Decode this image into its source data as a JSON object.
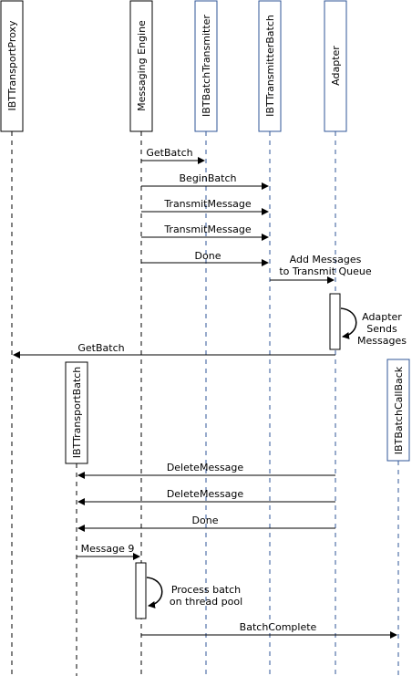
{
  "diagram": {
    "colors": {
      "black": "#000000",
      "blue": "#2F5597",
      "background": "#ffffff"
    },
    "participants": [
      {
        "id": "proxy",
        "label": "IBTTransportProxy",
        "color": "#000000"
      },
      {
        "id": "engine",
        "label": "Messaging Engine",
        "color": "#000000"
      },
      {
        "id": "transmitter",
        "label": "IBTBatchTransmitter",
        "color": "#2F5597"
      },
      {
        "id": "batch",
        "label": "IBTTransmitterBatch",
        "color": "#2F5597"
      },
      {
        "id": "adapter",
        "label": "Adapter",
        "color": "#2F5597"
      },
      {
        "id": "transport_batch",
        "label": "IBTTransportBatch",
        "color": "#000000"
      },
      {
        "id": "callback",
        "label": "IBTBatchCallBack",
        "color": "#2F5597"
      }
    ],
    "messages": [
      {
        "id": "getbatch-1",
        "label": "GetBatch",
        "from": "engine",
        "to": "transmitter"
      },
      {
        "id": "beginbatch",
        "label": "BeginBatch",
        "from": "engine",
        "to": "batch"
      },
      {
        "id": "transmit-1",
        "label": "TransmitMessage",
        "from": "engine",
        "to": "batch"
      },
      {
        "id": "transmit-2",
        "label": "TransmitMessage",
        "from": "engine",
        "to": "batch"
      },
      {
        "id": "done-1",
        "label": "Done",
        "from": "engine",
        "to": "batch"
      },
      {
        "id": "add-messages",
        "label_lines": [
          "Add Messages",
          "to Transmit Queue"
        ],
        "from": "batch",
        "to": "adapter"
      },
      {
        "id": "adapter-sends",
        "label_lines": [
          "Adapter",
          "Sends",
          "Messages"
        ],
        "from": "adapter",
        "to": "adapter"
      },
      {
        "id": "getbatch-2",
        "label": "GetBatch",
        "from": "adapter",
        "to": "proxy"
      },
      {
        "id": "delete-1",
        "label": "DeleteMessage",
        "from": "adapter",
        "to": "transport_batch"
      },
      {
        "id": "delete-2",
        "label": "DeleteMessage",
        "from": "adapter",
        "to": "transport_batch"
      },
      {
        "id": "done-2",
        "label": "Done",
        "from": "adapter",
        "to": "transport_batch"
      },
      {
        "id": "message-9",
        "label": "Message 9",
        "from": "transport_batch",
        "to": "engine"
      },
      {
        "id": "process-batch",
        "label_lines": [
          "Process batch",
          "on thread pool"
        ],
        "from": "engine",
        "to": "engine"
      },
      {
        "id": "batch-complete",
        "label": "BatchComplete",
        "from": "engine",
        "to": "callback"
      }
    ]
  }
}
